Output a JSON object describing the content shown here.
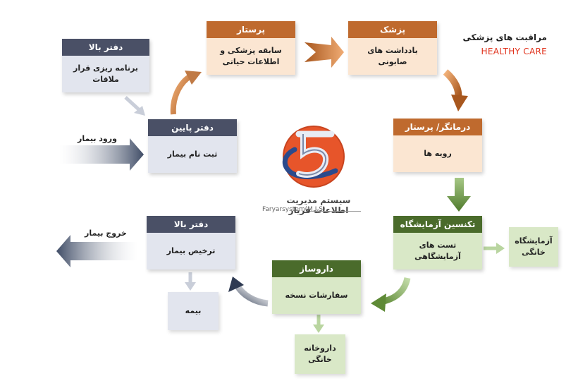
{
  "brand": {
    "title_fa": "مراقبت های پزشکی",
    "title_en": "HEALTHY CARE",
    "accent": "#e0321c"
  },
  "logo": {
    "name_fa": "سیستم مدیریت اطلاعات فریار",
    "name_en": "Faryarsystem(M.I.S)"
  },
  "colors": {
    "navy": "#4a5066",
    "orange": "#bf6a2e",
    "green": "#4a6b2b"
  },
  "nodes": {
    "upper_office_schedule": {
      "header": "دفتر بالا",
      "body": "برنامه ریزی قرار ملاقات"
    },
    "nurse_history": {
      "header": "پرستار",
      "body": "سابقه پزشکی و اطلاعات حیاتی"
    },
    "doctor": {
      "header": "پزشک",
      "body": "یادداشت های صابونی"
    },
    "therapist_nurse": {
      "header": "درمانگر/ پرستار",
      "body": "رویه ها"
    },
    "lower_office": {
      "header": "دفتر پایین",
      "body": "ثبت نام بیمار"
    },
    "lab_technician": {
      "header": "تکنسین آزمایشگاه",
      "body": "تست های آزمایشگاهی"
    },
    "home_lab": {
      "body": "آزمایشگاه خانگی"
    },
    "upper_office_discharge": {
      "header": "دفتر بالا",
      "body": "ترخیص بیمار"
    },
    "pharmacist": {
      "header": "داروساز",
      "body": "سفارشات نسخه"
    },
    "insurance": {
      "body": "بیمه"
    },
    "home_pharmacy": {
      "body": "داروخانه خانگی"
    }
  },
  "labels": {
    "patient_entry": "ورود بیمار",
    "patient_exit": "خروج بیمار"
  }
}
